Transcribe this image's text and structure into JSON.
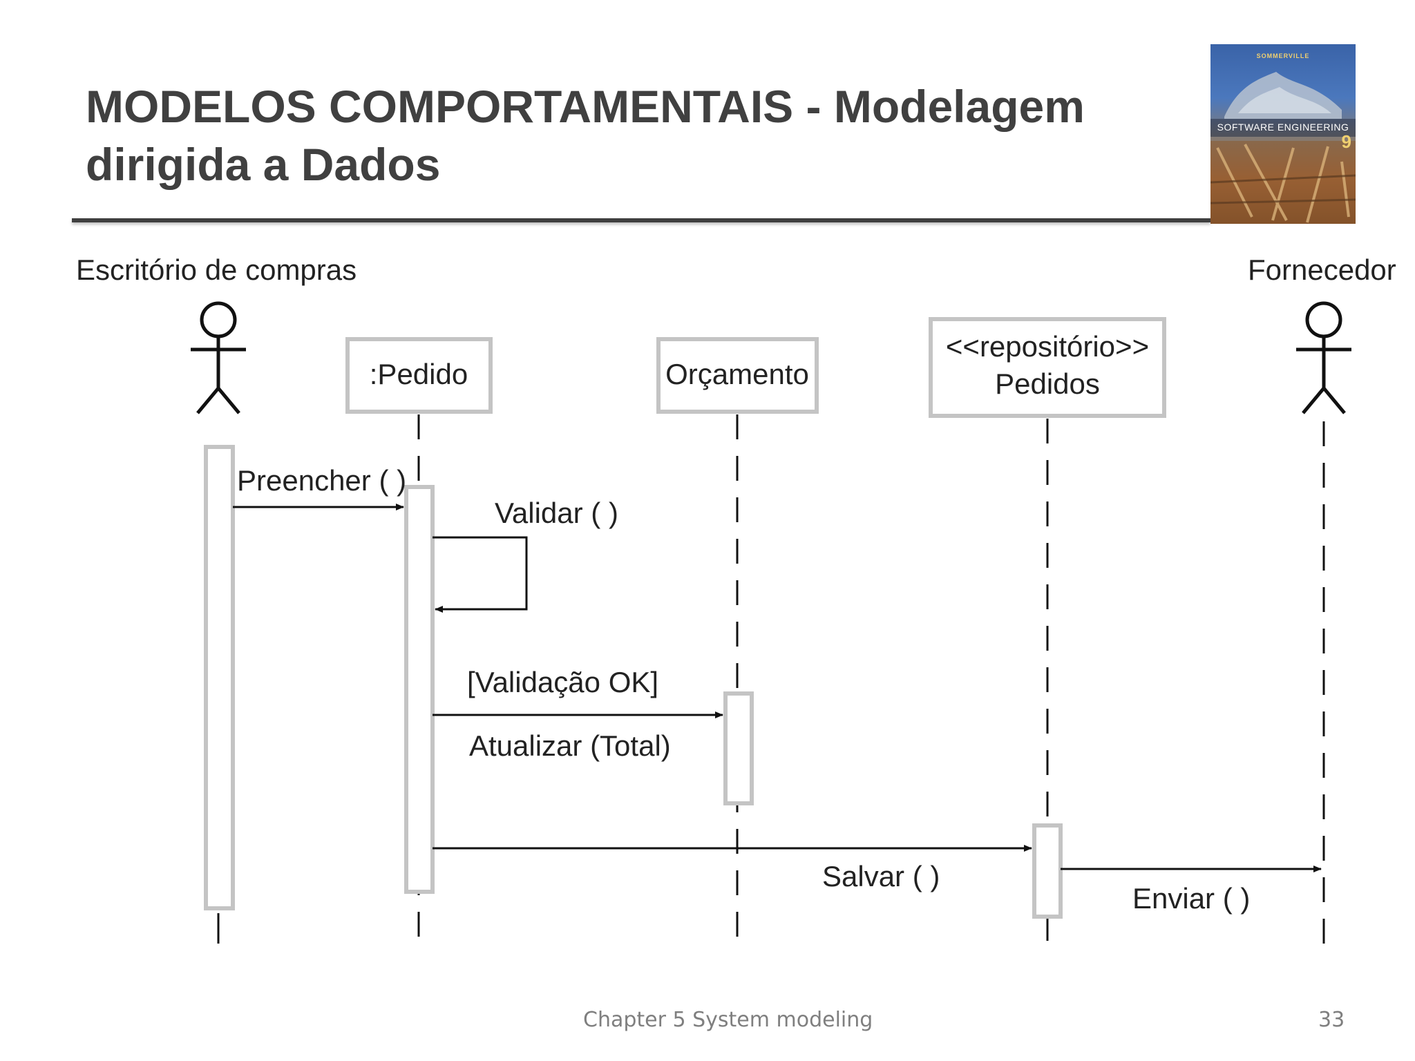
{
  "slide": {
    "title_line1": "MODELOS COMPORTAMENTAIS  - Modelagem",
    "title_line2": "dirigida a Dados",
    "footer": "Chapter 5 System modeling",
    "page_number": "33"
  },
  "book_cover": {
    "author": "SOMMERVILLE",
    "title": "SOFTWARE ENGINEERING",
    "edition": "9"
  },
  "diagram": {
    "participants": {
      "purchasing_office": "Escritório de compras",
      "order": ":Pedido",
      "budget": "Orçamento",
      "repository_stereotype": "<<repositório>>",
      "repository_name": "Pedidos",
      "supplier": "Fornecedor"
    },
    "messages": {
      "fill": "Preencher ( )",
      "validate": "Validar ( )",
      "guard": "[Validação OK]",
      "update": "Atualizar (Total)",
      "save": "Salvar ( )",
      "send": "Enviar ( )"
    }
  }
}
